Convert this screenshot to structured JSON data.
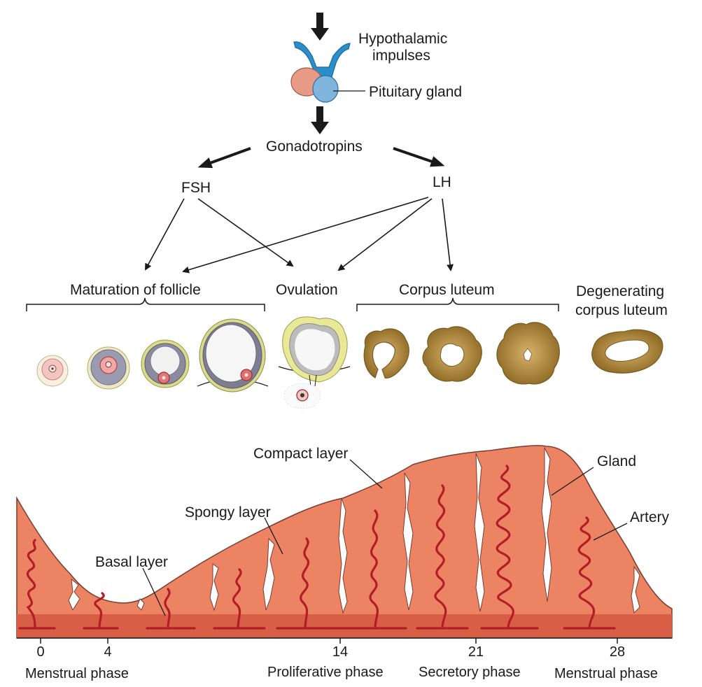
{
  "hormones": {
    "hypothalamic": [
      "Hypothalamic",
      "impulses"
    ],
    "pituitary": "Pituitary gland",
    "gonadotropins": "Gonadotropins",
    "fsh": "FSH",
    "lh": "LH"
  },
  "ovary": {
    "maturation": "Maturation of follicle",
    "ovulation": "Ovulation",
    "corpus_luteum": "Corpus luteum",
    "degenerating": [
      "Degenerating",
      "corpus luteum"
    ]
  },
  "endometrium": {
    "compact": "Compact layer",
    "spongy": "Spongy layer",
    "basal": "Basal layer",
    "gland": "Gland",
    "artery": "Artery"
  },
  "timeline": {
    "days": [
      "0",
      "4",
      "14",
      "21",
      "28"
    ],
    "phases": [
      "Menstrual phase",
      "Proliferative phase",
      "Secretory phase",
      "Menstrual phase"
    ]
  },
  "colors": {
    "hypothalamus": "#2a8fc8",
    "pituitary_anterior": "#e79a86",
    "pituitary_posterior": "#7fb4dc",
    "follicle_granulosa": "#8a8aa0",
    "follicle_theca": "#dada8a",
    "oocyte": "#e08080",
    "corpus_luteum": "#b08a3a",
    "endometrium": "#ec8363",
    "basal": "#d85f45",
    "artery": "#b21d26"
  }
}
